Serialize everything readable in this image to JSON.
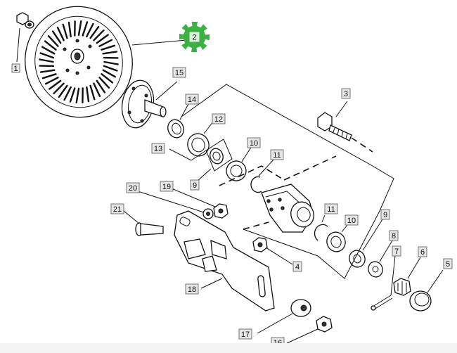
{
  "callouts": {
    "c1": "1",
    "c2": "2",
    "c3": "3",
    "c4": "4",
    "c5": "5",
    "c6": "6",
    "c7": "7",
    "c8": "8",
    "c9a": "9",
    "c9b": "9",
    "c10a": "10",
    "c10b": "10",
    "c11a": "11",
    "c11b": "11",
    "c12": "12",
    "c13": "13",
    "c14": "14",
    "c15": "15",
    "c16": "16",
    "c17": "17",
    "c18": "18",
    "c19": "19",
    "c20": "20",
    "c21": "21"
  },
  "colors": {
    "highlight": "#3cb043",
    "callout_bg": "#e6e6e6"
  },
  "highlight_icon": "gear-icon"
}
